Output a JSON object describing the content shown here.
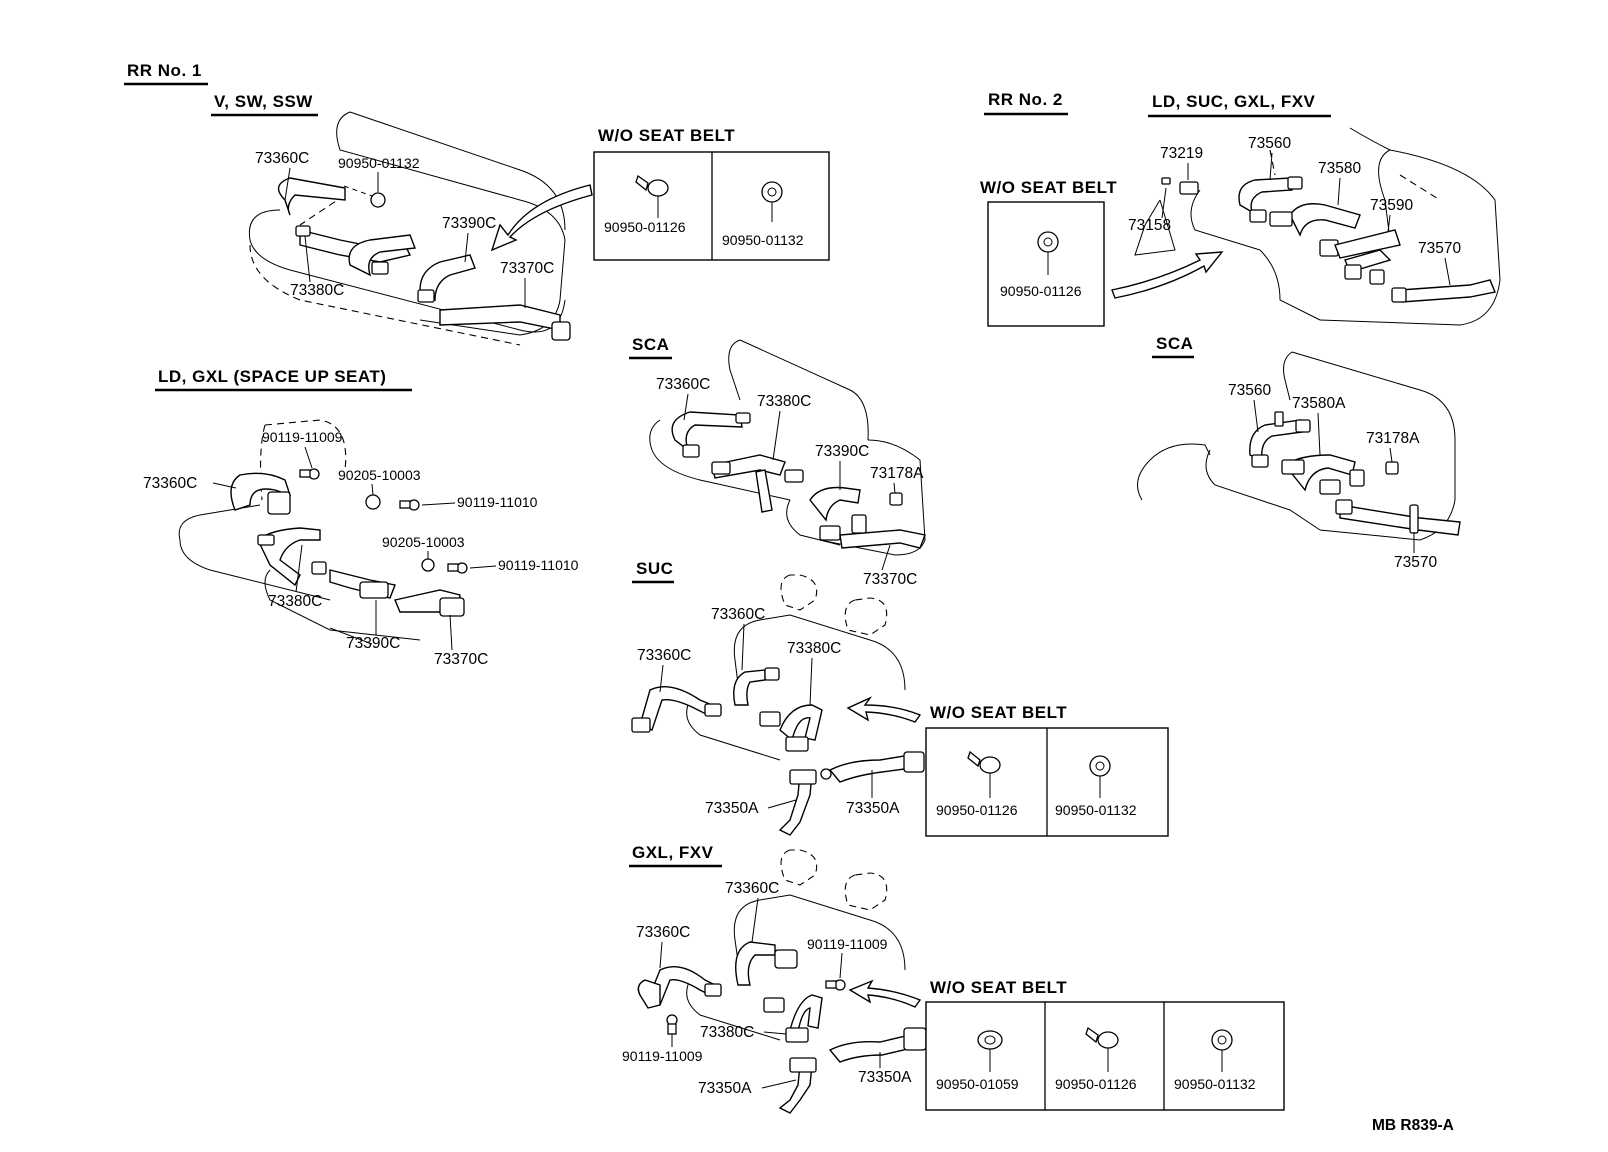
{
  "sections": {
    "rr1": "RR No. 1",
    "rr2": "RR No. 2",
    "v_sw_ssw": "V, SW, SSW",
    "ld_gxl": "LD, GXL (SPACE UP SEAT)",
    "sca_left": "SCA",
    "suc": "SUC",
    "gxl_fxv": "GXL, FXV",
    "ld_suc": "LD, SUC, GXL, FXV",
    "sca_right": "SCA"
  },
  "wo_boxes": {
    "box1": {
      "title": "W/O SEAT BELT",
      "parts": [
        "90950-01126",
        "90950-01132"
      ]
    },
    "box2": {
      "title": "W/O SEAT BELT",
      "parts": [
        "90950-01126"
      ]
    },
    "box3": {
      "title": "W/O SEAT BELT",
      "parts": [
        "90950-01126",
        "90950-01132"
      ]
    },
    "box4": {
      "title": "W/O SEAT BELT",
      "parts": [
        "90950-01059",
        "90950-01126",
        "90950-01132"
      ]
    }
  },
  "labels": {
    "v": {
      "a": "73360C",
      "b": "90950-01132",
      "c": "73390C",
      "d": "73370C",
      "e": "73380C"
    },
    "ld": {
      "a": "90119-11009",
      "b": "73360C",
      "c": "90205-10003",
      "d": "90119-11010",
      "e": "90205-10003",
      "f": "90119-11010",
      "g": "73380C",
      "h": "73390C",
      "i": "73370C"
    },
    "sca": {
      "a": "73360C",
      "b": "73380C",
      "c": "73390C",
      "d": "73178A",
      "e": "73370C"
    },
    "suc": {
      "a": "73360C",
      "b": "73360C",
      "c": "73380C",
      "d": "73350A",
      "e": "73350A"
    },
    "gxl": {
      "a": "73360C",
      "b": "73360C",
      "c": "90119-11009",
      "d": "73380C",
      "e": "90119-11009",
      "f": "73350A",
      "g": "73350A"
    },
    "rr2": {
      "a": "73219",
      "b": "73560",
      "c": "73580",
      "d": "73590",
      "e": "73158",
      "f": "73570"
    },
    "scar": {
      "a": "73560",
      "b": "73580A",
      "c": "73178A",
      "d": "73570"
    }
  },
  "footer": "MB  R839-A"
}
